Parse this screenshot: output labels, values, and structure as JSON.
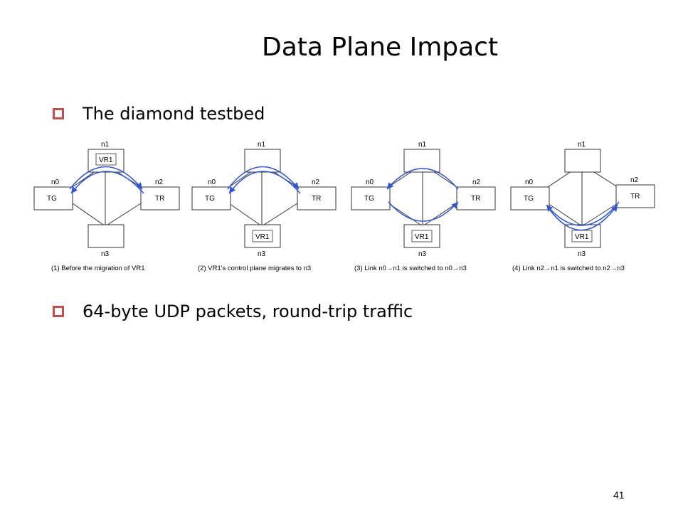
{
  "slide": {
    "title": "Data Plane Impact",
    "bullets": [
      "The diamond testbed",
      "64-byte UDP packets, round-trip traffic"
    ],
    "page_number": "41"
  },
  "diagram": {
    "panels": [
      {
        "n0": "n0",
        "n1": "n1",
        "n2": "n2",
        "n3": "n3",
        "tg": "TG",
        "tr": "TR",
        "vr_top": "VR1",
        "vr_bottom": "",
        "caption": "(1) Before the migration of VR1"
      },
      {
        "n0": "n0",
        "n1": "n1",
        "n2": "n2",
        "n3": "n3",
        "tg": "TG",
        "tr": "TR",
        "vr_top": "",
        "vr_bottom": "VR1",
        "caption": "(2) VR1's control plane migrates to n3"
      },
      {
        "n0": "n0",
        "n1": "n1",
        "n2": "n2",
        "n3": "n3",
        "tg": "TG",
        "tr": "TR",
        "vr_top": "",
        "vr_bottom": "VR1",
        "caption": "(3) Link n0→n1 is switched to n0→n3"
      },
      {
        "n0": "n0",
        "n1": "n1",
        "n2": "n2",
        "n3": "n3",
        "tg": "TG",
        "tr": "TR",
        "vr_top": "",
        "vr_bottom": "VR1",
        "caption": "(4) Link n2→n1 is switched to n2→n3"
      }
    ],
    "colors": {
      "arrow": "#2f54d6",
      "bullet": "#c0504d"
    }
  }
}
